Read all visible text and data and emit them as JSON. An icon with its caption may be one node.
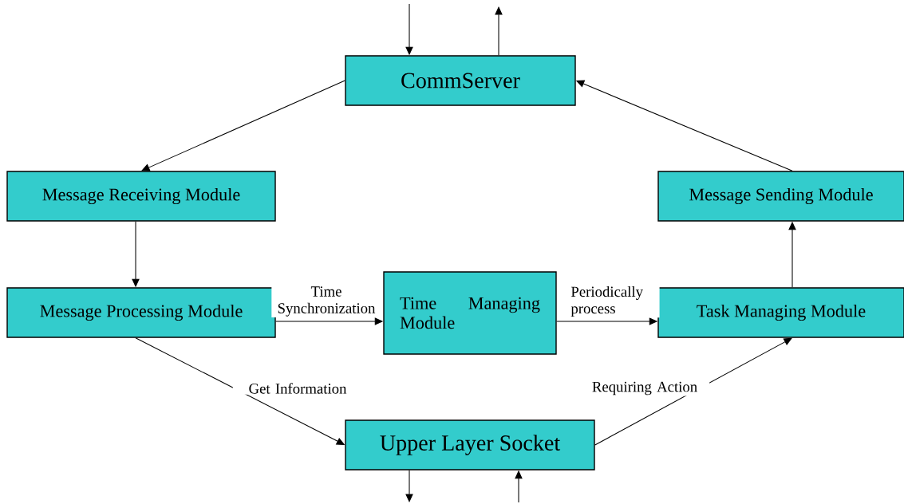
{
  "diagram": {
    "nodes": [
      {
        "text": [
          "CommServer"
        ]
      },
      {
        "text": [
          "Message Receiving Module"
        ]
      },
      {
        "text": [
          "Message Sending Module"
        ]
      },
      {
        "text": [
          "Message Processing Module"
        ]
      },
      {
        "text": [
          "Time Managing Module"
        ]
      },
      {
        "text": [
          "Task Managing Module"
        ]
      },
      {
        "text": [
          "Upper Layer Socket"
        ]
      }
    ],
    "edges": [
      {
        "from": null,
        "to": 0,
        "arrow": "to"
      },
      {
        "from": 0,
        "to": null,
        "arrow": "to"
      },
      {
        "from": 0,
        "to": 1,
        "arrow": "to"
      },
      {
        "from": 1,
        "to": 3,
        "arrow": "to"
      },
      {
        "from": 3,
        "to": 4,
        "arrow": "to",
        "label": "Time Synchronization"
      },
      {
        "from": 4,
        "to": 5,
        "arrow": "to",
        "label": "Periodically process"
      },
      {
        "from": 5,
        "to": 2,
        "arrow": "to"
      },
      {
        "from": 2,
        "to": 0,
        "arrow": "to"
      },
      {
        "from": 3,
        "to": 6,
        "arrow": "to",
        "label": "Get Information"
      },
      {
        "from": 6,
        "to": 5,
        "arrow": "to",
        "label": "Requiring Action"
      },
      {
        "from": 6,
        "to": null,
        "arrow": "to"
      },
      {
        "from": null,
        "to": 6,
        "arrow": "to"
      }
    ]
  }
}
